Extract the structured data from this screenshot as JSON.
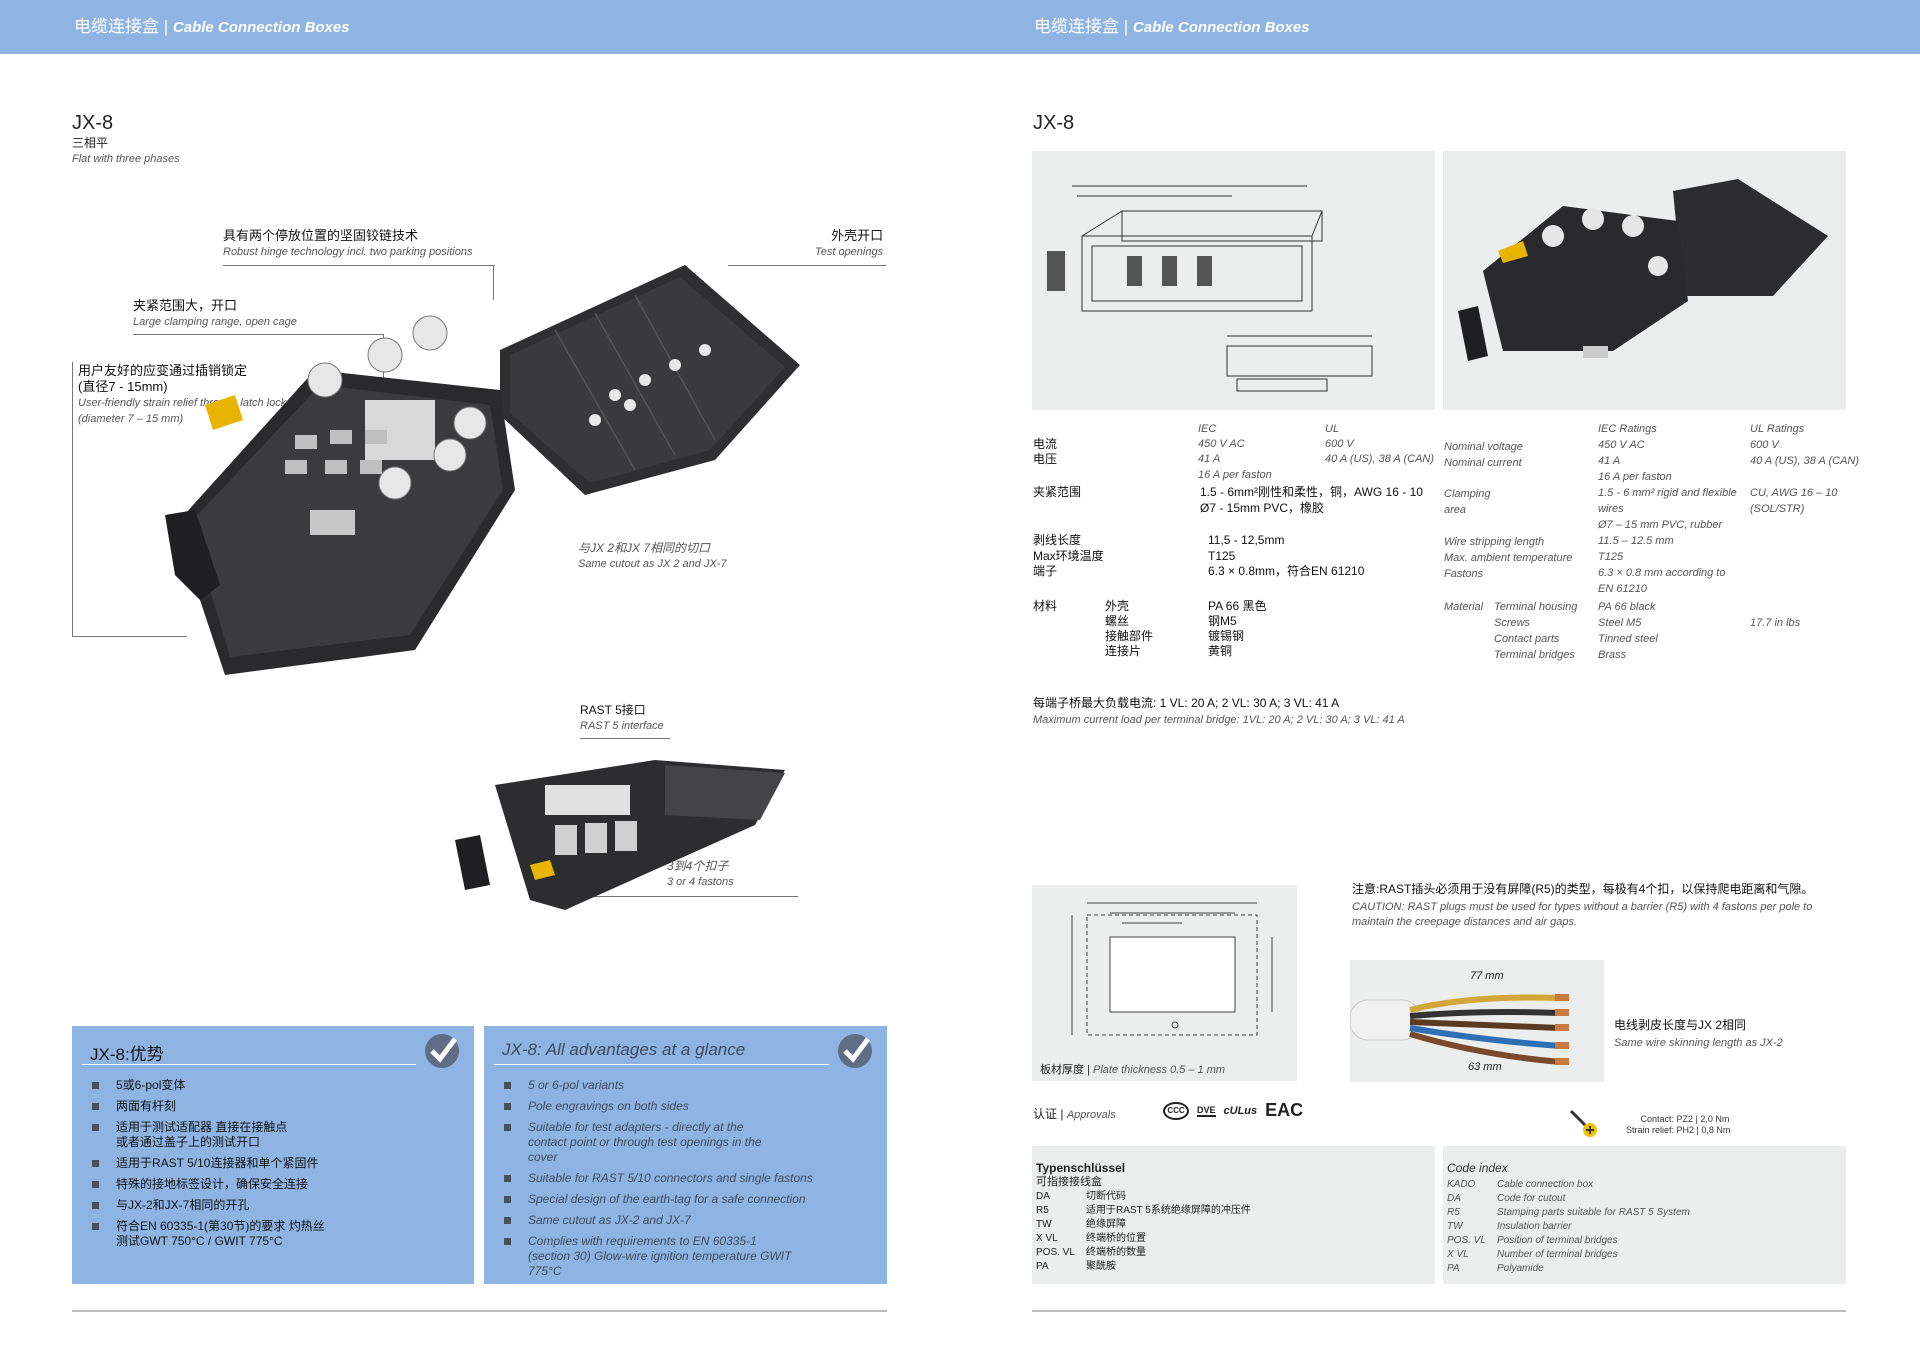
{
  "header": {
    "left": {
      "zh": "电缆连接盒",
      "sep": "|",
      "en": "Cable Connection Boxes"
    },
    "right": {
      "zh": "电缆连接盒",
      "sep": "|",
      "en": "Cable Connection Boxes"
    }
  },
  "left_page": {
    "title": "JX-8",
    "subtitle_zh": "三相平",
    "subtitle_en": "Flat with three phases",
    "callouts": [
      {
        "zh": "具有两个停放位置的坚固铰链技术",
        "en": "Robust hinge technology incl. two parking positions"
      },
      {
        "zh": "外壳开口",
        "en": "Test openings"
      },
      {
        "zh": "夹紧范围大，开口",
        "en": "Large clamping range, open cage"
      },
      {
        "zh": "用户友好的应变通过插销锁定",
        "zh2": "(直径7 - 15mm)",
        "en": "User-friendly strain relief through latch lock",
        "en2": "(diameter 7 – 15 mm)"
      },
      {
        "zh": "与JX 2和JX 7相同的切口",
        "en": "Same cutout as JX 2 and JX-7"
      },
      {
        "zh": "RAST 5接口",
        "en": "RAST 5 interface"
      },
      {
        "zh": "3到4个扣子",
        "en": "3 or 4 fastons"
      }
    ],
    "adv_zh": {
      "title": "JX-8:优势",
      "items": [
        "5或6-pol变体",
        "两面有杆刻",
        "适用于测试适配器 直接在接触点 或者通过盖子上的测试开口",
        "适用于RAST 5/10连接器和单个紧固件",
        "特殊的接地标签设计，确保安全连接",
        "与JX-2和JX-7相同的开孔",
        "符合EN 60335-1(第30节)的要求 灼热丝测试GWT 750°C / GWIT 775°C"
      ]
    },
    "adv_en": {
      "title": "JX-8: All advantages at a glance",
      "items": [
        "5 or 6-pol variants",
        "Pole engravings on both sides",
        "Suitable for test adapters - directly at the contact point or through test openings in the cover",
        "Suitable for RAST 5/10 connectors and single fastons",
        "Special design of the earth-tag for a safe connection",
        "Same cutout as JX-2 and JX-7",
        "Complies with requirements to EN 60335-1 (section 30) Glow-wire ignition temperature GWIT 775°C"
      ]
    }
  },
  "right_page": {
    "title": "JX-8",
    "specs_zh": {
      "col_heads": [
        "IEC",
        "UL"
      ],
      "rows": [
        {
          "label": "电流",
          "iec": "450 V AC",
          "ul": "600 V"
        },
        {
          "label": "电压",
          "iec": "41 A",
          "ul": "40 A (US), 38 A (CAN)"
        },
        {
          "label": "",
          "iec": "16 A per faston",
          "ul": ""
        },
        {
          "label": "夹紧范围",
          "iec": "1.5 - 6mm²刚性和柔性，铜，AWG 16 - 10",
          "ul": ""
        },
        {
          "label": "",
          "iec": "Ø7 - 15mm PVC，橡胶",
          "ul": ""
        },
        {
          "label": "剥线长度",
          "iec": "11,5 - 12,5mm",
          "ul": ""
        },
        {
          "label": "Max环境温度",
          "iec": "T125",
          "ul": ""
        },
        {
          "label": "端子",
          "iec": "6.3 × 0.8mm，符合EN 61210",
          "ul": ""
        }
      ],
      "material_label": "材料",
      "material": [
        {
          "part": "外壳",
          "val": "PA 66 黑色"
        },
        {
          "part": "螺丝",
          "val": "钢M5"
        },
        {
          "part": "接触部件",
          "val": "镀锡钢"
        },
        {
          "part": "连接片",
          "val": "黄铜"
        }
      ]
    },
    "specs_en": {
      "col_heads": [
        "IEC Ratings",
        "UL Ratings"
      ],
      "rows": [
        {
          "label": "Nominal voltage",
          "iec": "450 V AC",
          "ul": "600 V"
        },
        {
          "label": "Nominal current",
          "iec": "41 A",
          "ul": "40 A (US), 38 A (CAN)"
        },
        {
          "label": "",
          "iec": "16 A per faston",
          "ul": ""
        },
        {
          "label": "Clamping",
          "iec": "1.5 - 6 mm² rigid and flexible",
          "ul": "CU, AWG 16 – 10"
        },
        {
          "label": "area",
          "iec": "wires",
          "ul": "(SOL/STR)"
        },
        {
          "label": "",
          "iec": "Ø7 – 15 mm PVC, rubber",
          "ul": ""
        },
        {
          "label": "Wire stripping length",
          "iec": "11.5 – 12.5 mm",
          "ul": ""
        },
        {
          "label": "Max. ambient temperature",
          "iec": "T125",
          "ul": ""
        },
        {
          "label": "Fastons",
          "iec": "6.3 × 0.8 mm according to",
          "ul": ""
        },
        {
          "label": "",
          "iec": "EN 61210",
          "ul": ""
        }
      ],
      "material_label": "Material",
      "material": [
        {
          "part": "Terminal housing",
          "val": "PA 66 black",
          "ul": ""
        },
        {
          "part": "Screws",
          "val": "Steel M5",
          "ul": "17.7 in lbs"
        },
        {
          "part": "Contact parts",
          "val": "Tinned steel",
          "ul": ""
        },
        {
          "part": "Terminal bridges",
          "val": "Brass",
          "ul": ""
        }
      ]
    },
    "max_load_zh": "每端子桥最大负载电流: 1 VL: 20 A; 2 VL: 30 A; 3 VL: 41 A",
    "max_load_en": "Maximum current load per terminal bridge: 1VL: 20 A; 2 VL: 30 A; 3 VL: 41 A",
    "caution_zh": "注意:RAST插头必须用于没有屏障(R5)的类型，每极有4个扣，以保持爬电距离和气隙。",
    "caution_en": "CAUTION: RAST plugs must be used for types without a barrier (R5) with 4 fastons per pole to maintain the creepage distances and air gaps.",
    "plate_zh": "板材厚度",
    "plate_en": "Plate thickness 0.5 – 1 mm",
    "wire_zh": "电线剥皮长度与JX 2相同",
    "wire_en": "Same wire skinning length  as JX-2",
    "wire_dims": [
      "77 mm",
      "63 mm"
    ],
    "approvals_zh": "认证",
    "approvals_en": "Approvals",
    "approval_marks": [
      "CCC",
      "DVE",
      "cULus",
      "EAC"
    ],
    "torque": {
      "l1": "Contact:",
      "l1v": "PZ2",
      "l1t": "2,0 Nm",
      "l2": "Strain relief:",
      "l2v": "PH2",
      "l2t": "0,8 Nm"
    },
    "type_key": {
      "title": "Typenschlüssel",
      "subtitle": "可指接接线盒",
      "rows": [
        [
          "DA",
          "切断代码"
        ],
        [
          "R5",
          "适用于RAST 5系统绝缘屏障的冲压件"
        ],
        [
          "TW",
          "绝缘屏障"
        ],
        [
          "X VL",
          "终端桥的位置"
        ],
        [
          "POS. VL",
          "终端桥的数量"
        ],
        [
          "PA",
          "聚酰胺"
        ]
      ]
    },
    "code_index": {
      "title": "Code index",
      "rows": [
        [
          "KADO",
          "Cable connection box"
        ],
        [
          "DA",
          "Code for cutout"
        ],
        [
          "R5",
          "Stamping parts suitable for RAST 5 System"
        ],
        [
          "TW",
          "Insulation barrier"
        ],
        [
          "POS. VL",
          "Position of terminal bridges"
        ],
        [
          "X VL",
          "Number of terminal bridges"
        ],
        [
          "PA",
          "Polyamide"
        ]
      ]
    }
  }
}
